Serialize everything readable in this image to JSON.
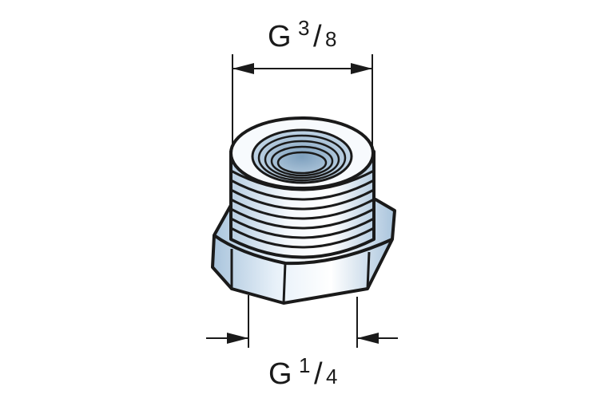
{
  "dimensions": {
    "top": {
      "prefix": "G",
      "numerator": "3",
      "slash": "/",
      "denominator": "8"
    },
    "bottom": {
      "prefix": "G",
      "numerator": "1",
      "slash": "/",
      "denominator": "4"
    }
  },
  "colors": {
    "line": "#1a1a1a",
    "metal_light": "#e6f0f8",
    "metal_mid": "#b7cfe3",
    "metal_dark": "#8fb0cc"
  }
}
